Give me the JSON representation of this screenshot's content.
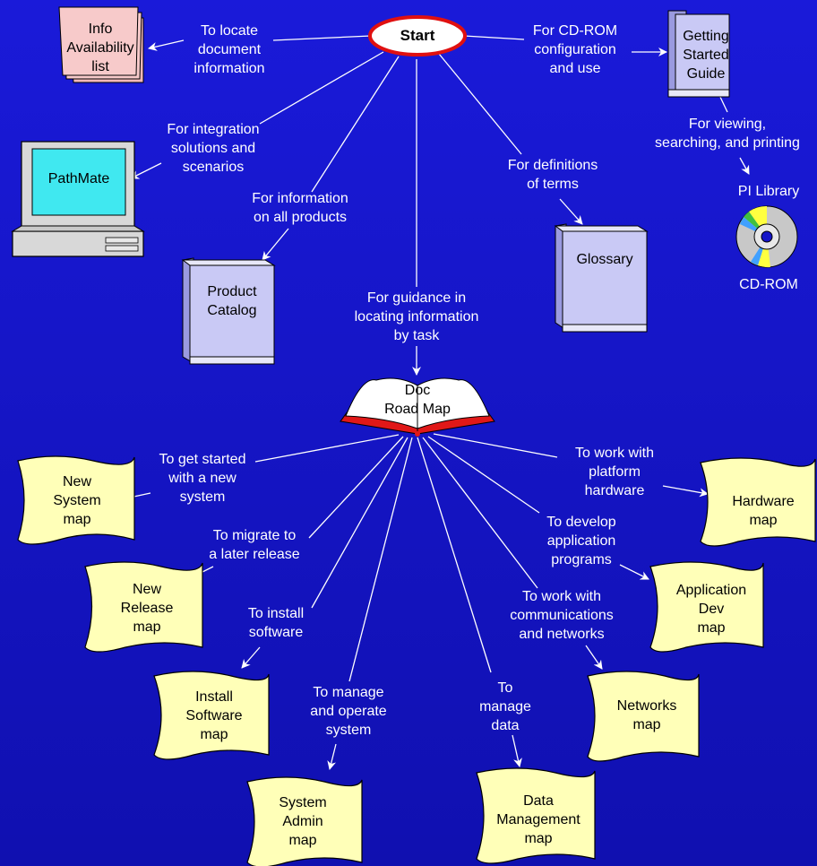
{
  "start": {
    "label": "Start"
  },
  "nodes": {
    "info": [
      "Info",
      "Availability",
      "list"
    ],
    "getting_started": [
      "Getting",
      "Started",
      "Guide"
    ],
    "pathmate": "PathMate",
    "product_catalog": [
      "Product",
      "Catalog"
    ],
    "glossary": "Glossary",
    "pi_library": "PI Library",
    "cd_rom": "CD-ROM",
    "road_map": [
      "Doc",
      "Road Map"
    ],
    "new_system": [
      "New",
      "System",
      "map"
    ],
    "new_release": [
      "New",
      "Release",
      "map"
    ],
    "install_software": [
      "Install",
      "Software",
      "map"
    ],
    "system_admin": [
      "System",
      "Admin",
      "map"
    ],
    "data_management": [
      "Data",
      "Management",
      "map"
    ],
    "networks": [
      "Networks",
      "map"
    ],
    "application_dev": [
      "Application",
      "Dev",
      "map"
    ],
    "hardware": [
      "Hardware",
      "map"
    ]
  },
  "labels": {
    "locate_doc": [
      "To locate",
      "document",
      "information"
    ],
    "cdrom_config": [
      "For CD-ROM",
      "configuration",
      "and use"
    ],
    "viewing": [
      "For viewing,",
      "searching, and printing"
    ],
    "integration": [
      "For integration",
      "solutions and",
      "scenarios"
    ],
    "all_products": [
      "For information",
      "on all products"
    ],
    "definitions": [
      "For definitions",
      "of terms"
    ],
    "guidance": [
      "For guidance in",
      "locating information",
      "by task"
    ],
    "get_started": [
      "To get started",
      "with a new",
      "system"
    ],
    "migrate": [
      "To migrate to",
      "a later release"
    ],
    "install": [
      "To install",
      "software"
    ],
    "manage_operate": [
      "To manage",
      "and operate",
      "system"
    ],
    "manage_data": [
      "To",
      "manage",
      "data"
    ],
    "communications": [
      "To work with",
      "communications",
      "and networks"
    ],
    "develop": [
      "To develop",
      "application",
      "programs"
    ],
    "hardware": [
      "To work with",
      "platform",
      "hardware"
    ]
  },
  "colors": {
    "background": "#1616c8",
    "book": "#c9c9f5",
    "info_doc": "#f7caca",
    "map_scroll": "#ffffb8",
    "start_outline": "#e01010"
  }
}
